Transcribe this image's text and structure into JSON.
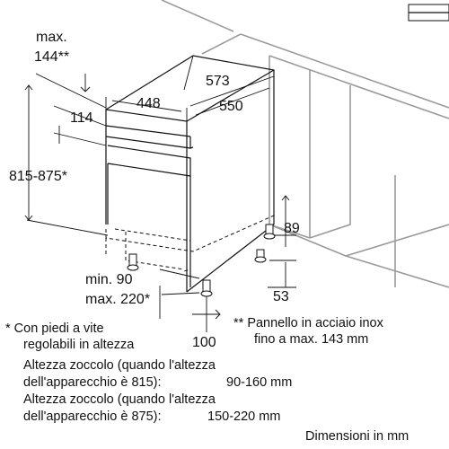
{
  "dimensions": {
    "max_label": "max.",
    "max_value": "144**",
    "d448": "448",
    "d573": "573",
    "d550": "550",
    "d114": "114",
    "height_range": "815-875*",
    "d89": "89",
    "d53": "53",
    "min90": "min. 90",
    "max220": "max. 220*",
    "d100": "100"
  },
  "notes": {
    "left_line1": "* Con piedi a vite",
    "left_line2": "regolabili in altezza",
    "right_line1": "** Pannello in acciaio inox",
    "right_line2": "fino a max. 143 mm",
    "plinth1_line1": "Altezza zoccolo (quando l'altezza",
    "plinth1_line2": "dell'apparecchio è 815):",
    "plinth1_value": "90-160 mm",
    "plinth2_line1": "Altezza zoccolo (quando l'altezza",
    "plinth2_line2": "dell'apparecchio è 875):",
    "plinth2_value": "150-220 mm",
    "units": "Dimensioni in mm"
  }
}
